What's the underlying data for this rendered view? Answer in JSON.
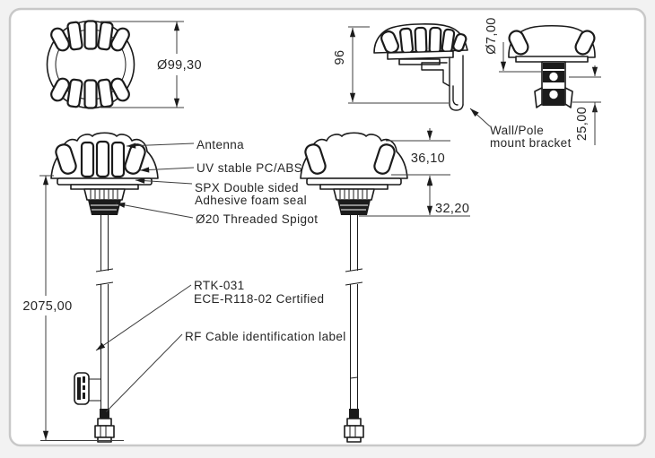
{
  "drawing_type": "antenna-technical-drawing",
  "dimensions": {
    "diameter": "Ø99,30",
    "overall_height": "96",
    "hole_diameter": "Ø7,00",
    "hole_spacing": "25,00",
    "dome_height": "36,10",
    "spigot_length": "32,20",
    "cable_length": "2075,00"
  },
  "callouts": {
    "antenna": "Antenna",
    "housing": "UV stable PC/ABS",
    "seal_line1": "SPX Double sided",
    "seal_line2": "Adhesive foam seal",
    "spigot": "Ø20 Threaded Spigot",
    "model": "RTK-031",
    "certification": "ECE-R118-02 Certified",
    "rf_label": "RF Cable identification label",
    "bracket_line1": "Wall/Pole",
    "bracket_line2": "mount bracket"
  },
  "colors": {
    "line": "#1b1b1b",
    "dim_line": "#3d3d3d",
    "text": "#262626",
    "frame_border": "#c8c8c8",
    "background": "#ffffff",
    "page_edge": "#f2f2f2"
  }
}
